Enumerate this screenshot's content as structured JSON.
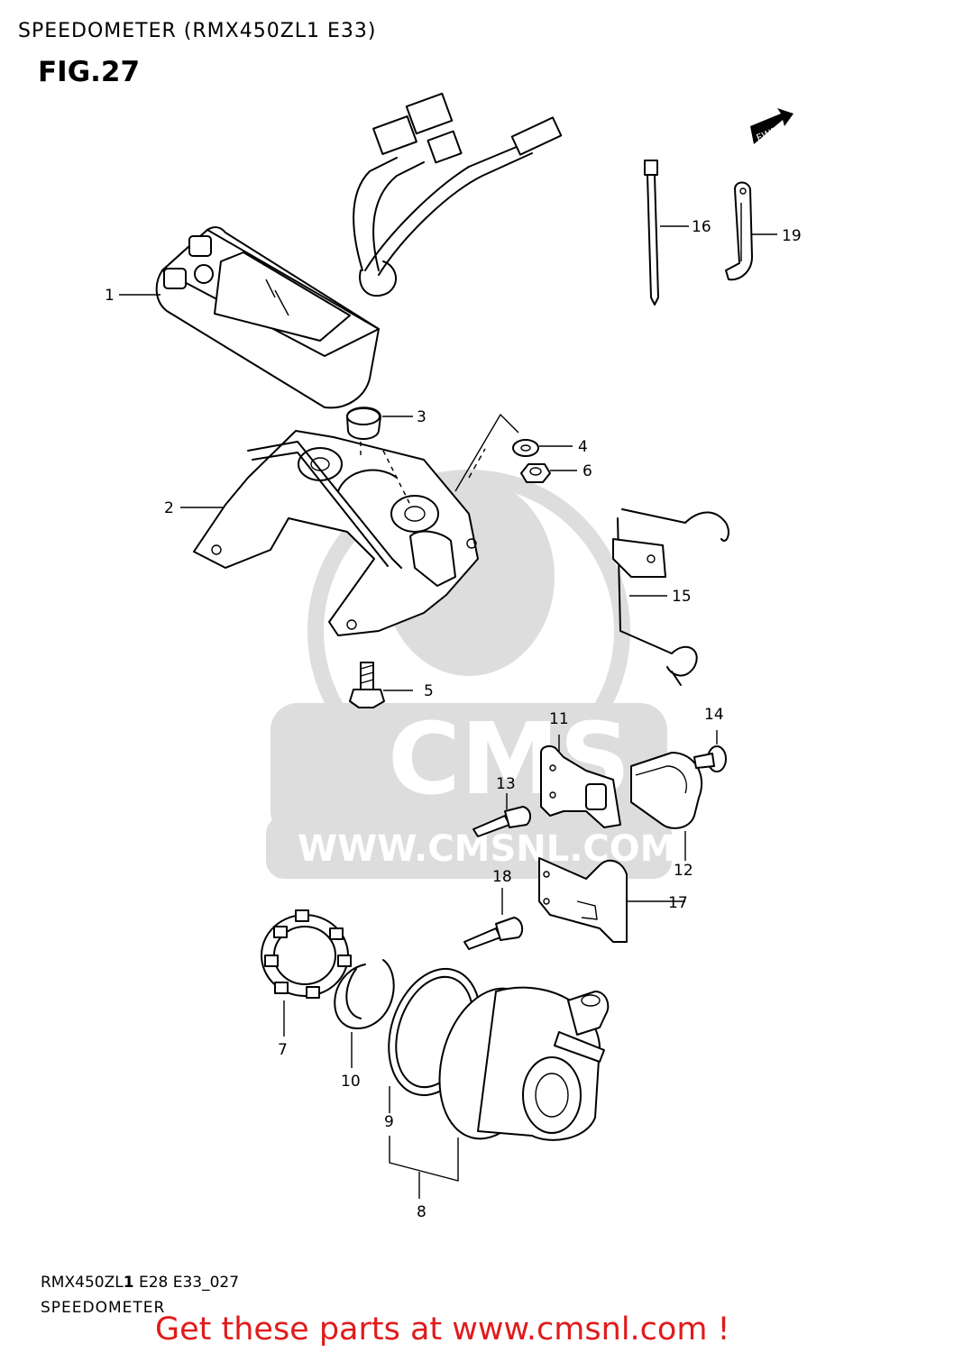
{
  "header": {
    "title": "SPEEDOMETER (RMX450ZL1 E33)",
    "figure": "FIG.27"
  },
  "fwd_badge": "FWD",
  "watermark": {
    "logo": "CMS",
    "url": "WWW.CMSNL.COM"
  },
  "callouts": [
    "1",
    "2",
    "3",
    "4",
    "5",
    "6",
    "7",
    "8",
    "9",
    "10",
    "11",
    "12",
    "13",
    "14",
    "15",
    "16",
    "17",
    "18",
    "19"
  ],
  "reference": {
    "model_prefix": "RMX450ZL",
    "model_suffix": "1",
    "codes": " E28 E33_027"
  },
  "subtitle": "SPEEDOMETER",
  "footer": {
    "cta": "Get these parts at www.cmsnl.com !",
    "color": "#e01b1b"
  }
}
